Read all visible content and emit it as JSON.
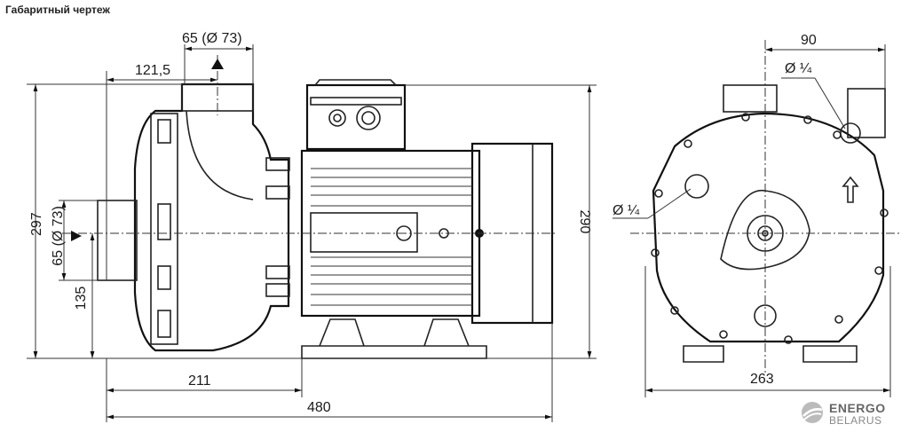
{
  "title": "Габаритный чертеж",
  "dimensions": {
    "inlet": "65 (Ø 73)",
    "inlet_offset": "121,5",
    "outlet": "65 (Ø 73)",
    "height_total": "297",
    "height_axis": "135",
    "height_motor": "290",
    "length_pump": "211",
    "length_total": "480",
    "width_top": "90",
    "plug_top": "Ø ¼",
    "plug_side": "Ø ¼",
    "width_base": "263"
  },
  "logo": {
    "line1": "ENERGO",
    "line2": "BELARUS"
  }
}
